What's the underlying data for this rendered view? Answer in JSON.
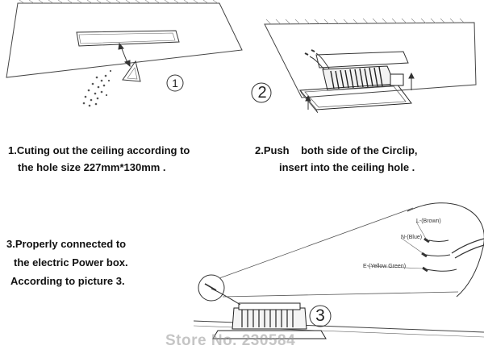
{
  "steps": [
    {
      "number": "1",
      "line1": "1.Cuting out the ceiling according to",
      "line2": "the hole size 227mm*130mm  ."
    },
    {
      "number": "2",
      "line1": "2.Push    both side of the Circlip,",
      "line2": "insert into the ceiling hole  ."
    },
    {
      "number": "3",
      "line1": "3.Properly connected to",
      "line2": "the electric Power box.",
      "line3": "According to picture 3."
    }
  ],
  "wiring": {
    "live": "L-(Brown)",
    "neutral": "N-(Blue)",
    "earth": "E-(Yellow Green)"
  },
  "watermark": "Store No. 230584",
  "colors": {
    "text": "#111111",
    "line_art": "#333333",
    "hatching": "#777777"
  }
}
